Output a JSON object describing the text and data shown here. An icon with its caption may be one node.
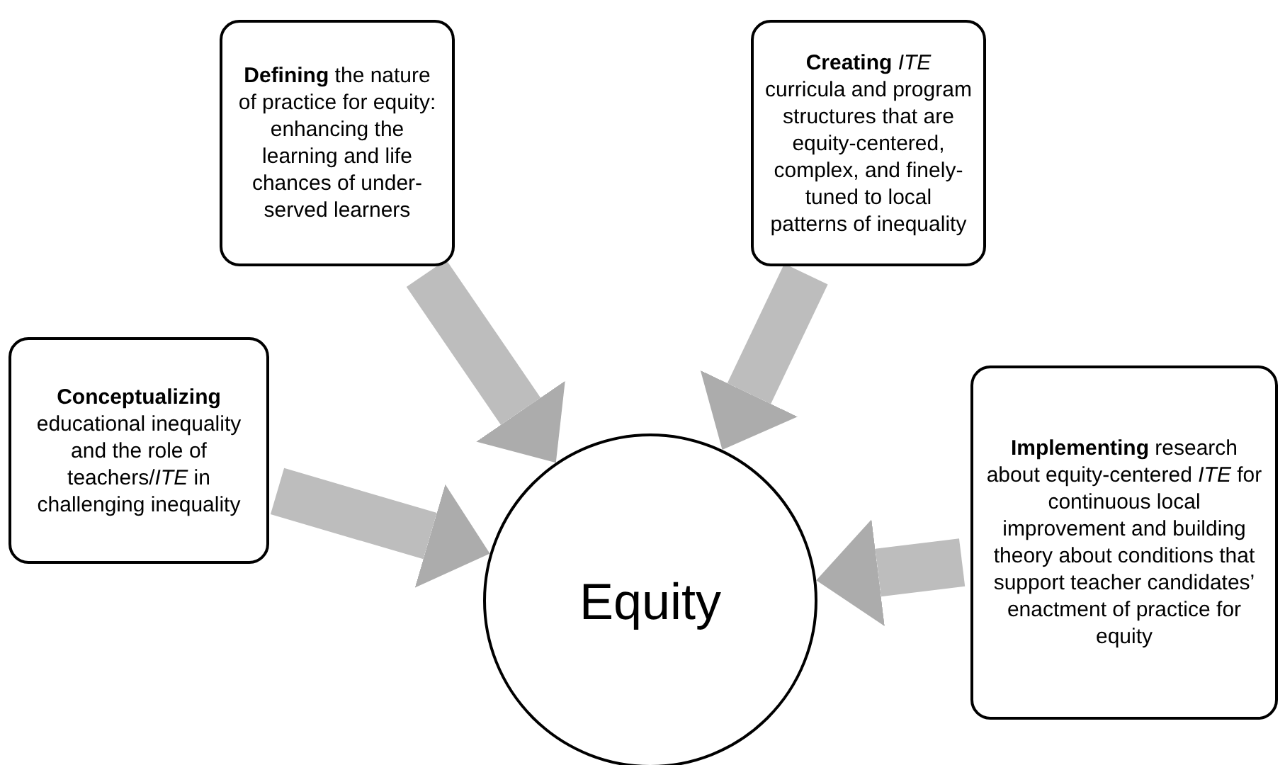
{
  "diagram": {
    "nodes": [
      {
        "text": [
          "**Defining** the nature of practice for equity: enhancing  the learning and life chances of under-served learners"
        ]
      },
      {
        "text": [
          "**Creating** *ITE* curricula and program structures that are equity-centered, complex, and finely-tuned to local patterns of inequality"
        ]
      },
      {
        "text": [
          "**Conceptualizing** educational inequality and the role of teachers/*ITE* in challenging inequality"
        ]
      },
      {
        "text": [
          "**Implementing** research about equity-centered *ITE* for continuous local improvement and building  theory about conditions that support teacher candidates’ enactment of practice for equity"
        ]
      },
      {
        "text": [
          "Equity"
        ]
      }
    ],
    "edges": [
      {
        "from": 0,
        "to": 4,
        "arrow": "to"
      },
      {
        "from": 1,
        "to": 4,
        "arrow": "to"
      },
      {
        "from": 2,
        "to": 4,
        "arrow": "to"
      },
      {
        "from": 3,
        "to": 4,
        "arrow": "to"
      }
    ]
  }
}
